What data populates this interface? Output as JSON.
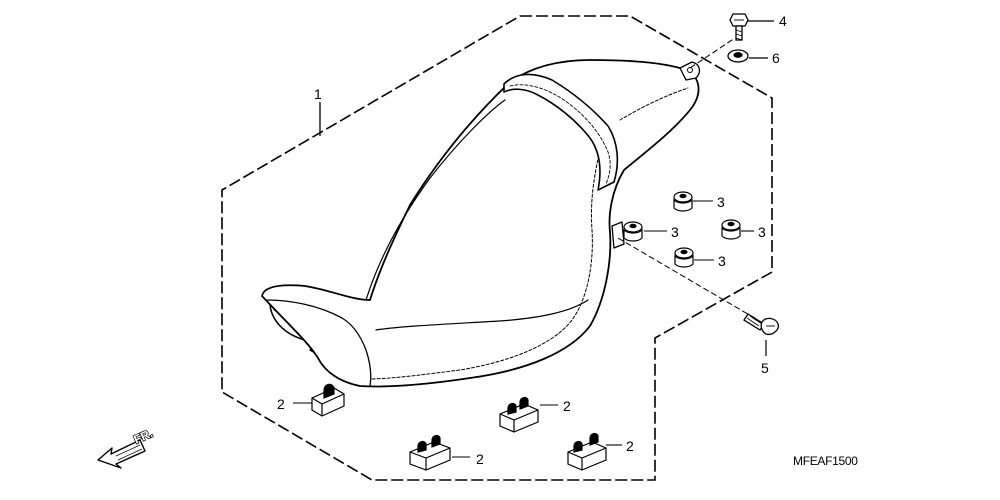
{
  "diagram": {
    "drawing_code": "MFEAF1500",
    "direction_label": "FR.",
    "callouts": {
      "seat": "1",
      "spacer_a": "2",
      "spacer_b": "2",
      "spacer_c": "2",
      "spacer_d": "2",
      "grommet_a": "3",
      "grommet_b": "3",
      "grommet_c": "3",
      "grommet_d": "3",
      "bolt_top": "4",
      "bolt_side": "5",
      "washer": "6"
    }
  }
}
